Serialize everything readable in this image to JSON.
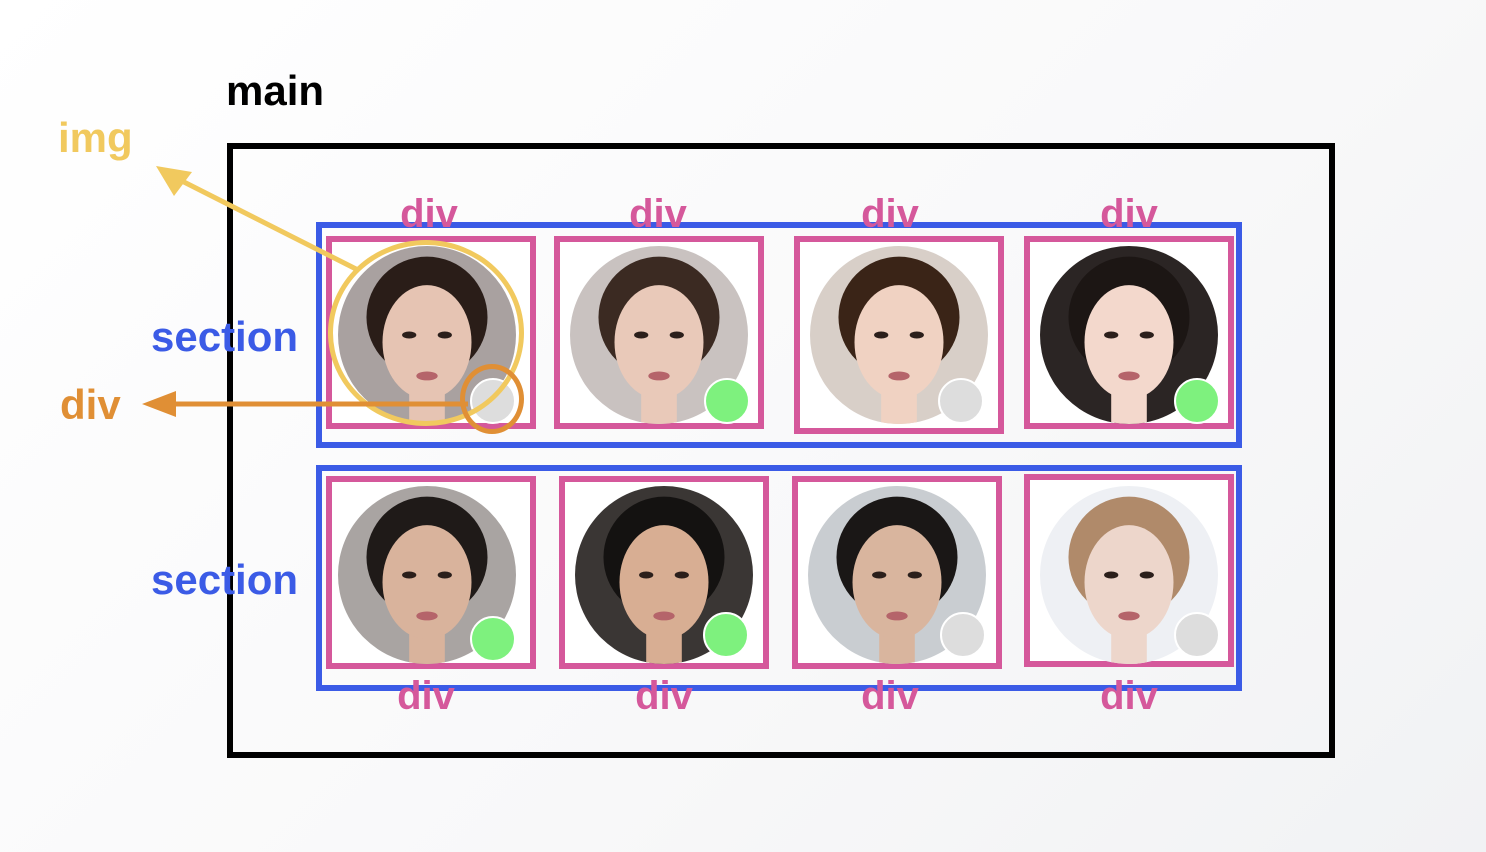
{
  "main": {
    "label": "main"
  },
  "sections": [
    {
      "label": "section",
      "cards": [
        {
          "label": "div",
          "online": false,
          "skin": "#e6c4b3",
          "hair": "#2a1d18",
          "bg": "#a9a1a0"
        },
        {
          "label": "div",
          "online": true,
          "skin": "#e9c9b9",
          "hair": "#3b2a22",
          "bg": "#c9c2c0"
        },
        {
          "label": "div",
          "online": false,
          "skin": "#f0d2c2",
          "hair": "#3a2417",
          "bg": "#d8cfc8"
        },
        {
          "label": "div",
          "online": true,
          "skin": "#f3d8cc",
          "hair": "#1c1614",
          "bg": "#2b2524"
        }
      ]
    },
    {
      "label": "section",
      "cards": [
        {
          "label": "div",
          "online": true,
          "skin": "#d9b39c",
          "hair": "#1f1a18",
          "bg": "#a9a4a2"
        },
        {
          "label": "div",
          "online": true,
          "skin": "#d8ae93",
          "hair": "#141211",
          "bg": "#3a3634"
        },
        {
          "label": "div",
          "online": false,
          "skin": "#d9b59e",
          "hair": "#1a1716",
          "bg": "#c9cdd1"
        },
        {
          "label": "div",
          "online": false,
          "skin": "#edd6cb",
          "hair": "#b08a6a",
          "bg": "#eef0f4"
        }
      ]
    }
  ],
  "callouts": {
    "img": "img",
    "div": "div"
  },
  "colors": {
    "main": "#000000",
    "section": "#3b5be6",
    "div": "#d5589b",
    "img_callout": "#f1c95e",
    "div_callout": "#e08f35",
    "online": "#7ef17e",
    "offline": "#dddddd"
  }
}
